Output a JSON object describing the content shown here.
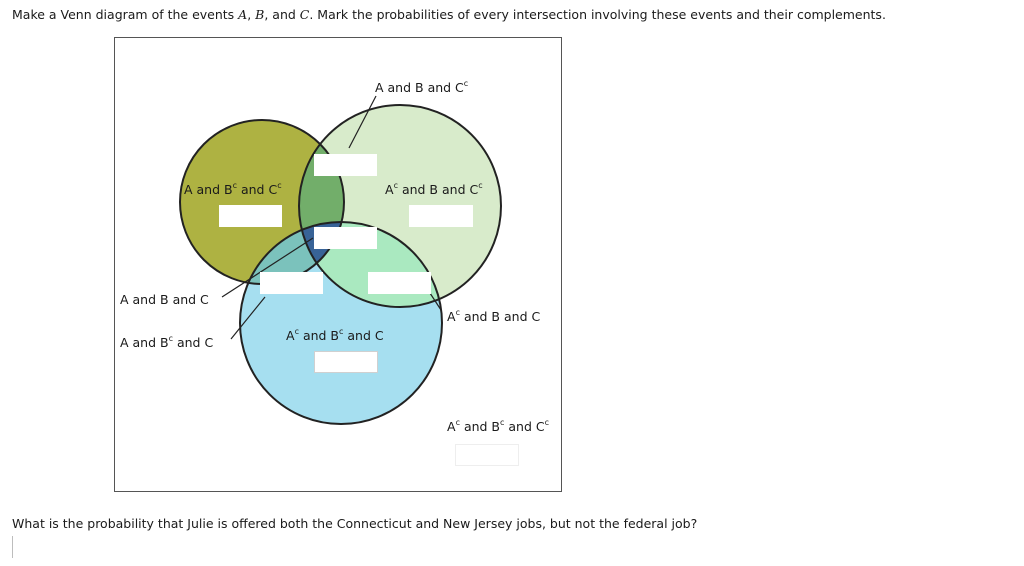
{
  "prompt": {
    "text_before": "Make a Venn diagram of the events ",
    "event_a": "A",
    "sep1": ", ",
    "event_b": "B",
    "sep2": ", and ",
    "event_c": "C",
    "text_after": ". Mark the probabilities of every intersection involving these events and their complements."
  },
  "regions": {
    "a_b_notc": {
      "main": "A and B and C",
      "sup1": "",
      "sup2": "c"
    },
    "a_notb_notc": {
      "p1": "A and B",
      "sup1": "c",
      "p2": " and C",
      "sup2": "c"
    },
    "nota_b_notc": {
      "p1": "A",
      "sup1": "c",
      "p2": " and B and C",
      "sup2": "c"
    },
    "a_b_c": {
      "text": "A and B and C"
    },
    "a_notb_c": {
      "p1": "A and B",
      "sup1": "c",
      "p2": " and C"
    },
    "nota_notb_c": {
      "p1": "A",
      "sup1": "c",
      "p2": " and B",
      "sup2": "c",
      "p3": " and C"
    },
    "nota_b_c": {
      "p1": "A",
      "sup1": "c",
      "p2": " and B and C"
    },
    "nota_notb_notc": {
      "p1": "A",
      "sup1": "c",
      "p2": " and B",
      "sup2": "c",
      "p3": " and C",
      "sup3": "c"
    }
  },
  "colors": {
    "circle_a": "#aeb242",
    "circle_b": "#d8ebcb",
    "circle_c": "#a6dff0",
    "ab_overlap": "#72ae6a",
    "ac_overlap": "#7bc2bc",
    "bc_overlap": "#aae9c0",
    "abc_overlap": "#386397",
    "stroke": "#222222"
  },
  "question": {
    "text": "What is the probability that Julie is offered both the Connecticut and New Jersey jobs, but not the federal job?"
  },
  "inputs": {
    "a_b_notc": "",
    "a_notb_notc": "",
    "nota_b_notc": "",
    "a_b_c": "",
    "a_notb_c": "",
    "nota_b_c": "",
    "nota_notb_c": "",
    "nota_notb_notc": "",
    "answer": ""
  }
}
